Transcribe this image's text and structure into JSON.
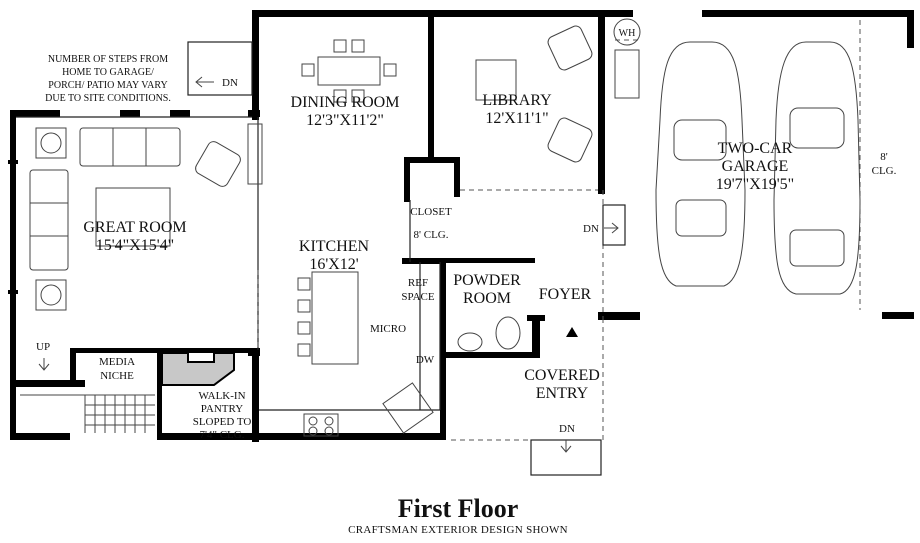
{
  "title": "First Floor",
  "subtitle": "CRAFTSMAN EXTERIOR DESIGN SHOWN",
  "note": [
    "NUMBER OF STEPS FROM",
    "HOME TO GARAGE/",
    "PORCH/ PATIO MAY VARY",
    "DUE TO SITE CONDITIONS."
  ],
  "rooms": {
    "great_room": {
      "name": "GREAT ROOM",
      "size": "15'4\"X15'4\""
    },
    "dining_room": {
      "name": "DINING ROOM",
      "size": "12'3\"X11'2\""
    },
    "library": {
      "name": "LIBRARY",
      "size": "12'X11'1\""
    },
    "kitchen": {
      "name": "KITCHEN",
      "size": "16'X12'"
    },
    "garage": {
      "name1": "TWO-CAR",
      "name2": "GARAGE",
      "size": "19'7\"X19'5\""
    },
    "powder_room": {
      "name1": "POWDER",
      "name2": "ROOM"
    },
    "foyer": {
      "name": "FOYER"
    },
    "covered_entry": {
      "name1": "COVERED",
      "name2": "ENTRY"
    }
  },
  "labels": {
    "closet": "CLOSET",
    "closet_clg": "8' CLG.",
    "ref1": "REF",
    "ref2": "SPACE",
    "micro": "MICRO",
    "dw": "DW",
    "media1": "MEDIA",
    "media2": "NICHE",
    "pantry": [
      "WALK-IN",
      "PANTRY",
      "SLOPED TO",
      "7'4\" CLG."
    ],
    "wh": "WH",
    "garage_clg1": "8'",
    "garage_clg2": "CLG.",
    "dn": "DN",
    "up": "UP"
  }
}
